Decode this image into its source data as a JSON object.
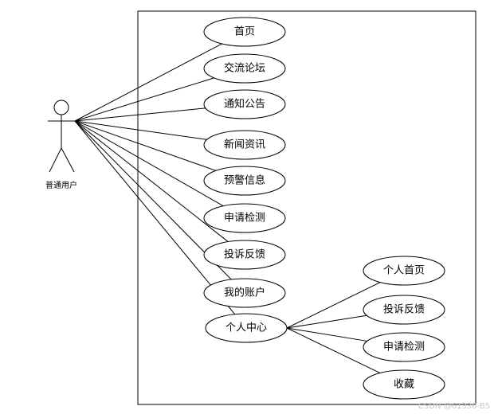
{
  "actor": {
    "name": "普通用户",
    "icon": "stick-figure-icon"
  },
  "use_cases": [
    {
      "id": "uc-home",
      "label": "首页"
    },
    {
      "id": "uc-forum",
      "label": "交流论坛"
    },
    {
      "id": "uc-notice",
      "label": "通知公告"
    },
    {
      "id": "uc-news",
      "label": "新闻资讯"
    },
    {
      "id": "uc-warning",
      "label": "预警信息"
    },
    {
      "id": "uc-apply",
      "label": "申请检测"
    },
    {
      "id": "uc-complaint",
      "label": "投诉反馈"
    },
    {
      "id": "uc-account",
      "label": "我的账户"
    },
    {
      "id": "uc-center",
      "label": "个人中心"
    }
  ],
  "sub_use_cases": [
    {
      "id": "sub-home",
      "label": "个人首页"
    },
    {
      "id": "sub-complaint",
      "label": "投诉反馈"
    },
    {
      "id": "sub-apply",
      "label": "申请检测"
    },
    {
      "id": "sub-favorite",
      "label": "收藏"
    }
  ],
  "colors": {
    "stroke": "#000000",
    "background": "#ffffff",
    "watermark": "#c8c8c8"
  },
  "watermark": "CSDN @61330-B5"
}
